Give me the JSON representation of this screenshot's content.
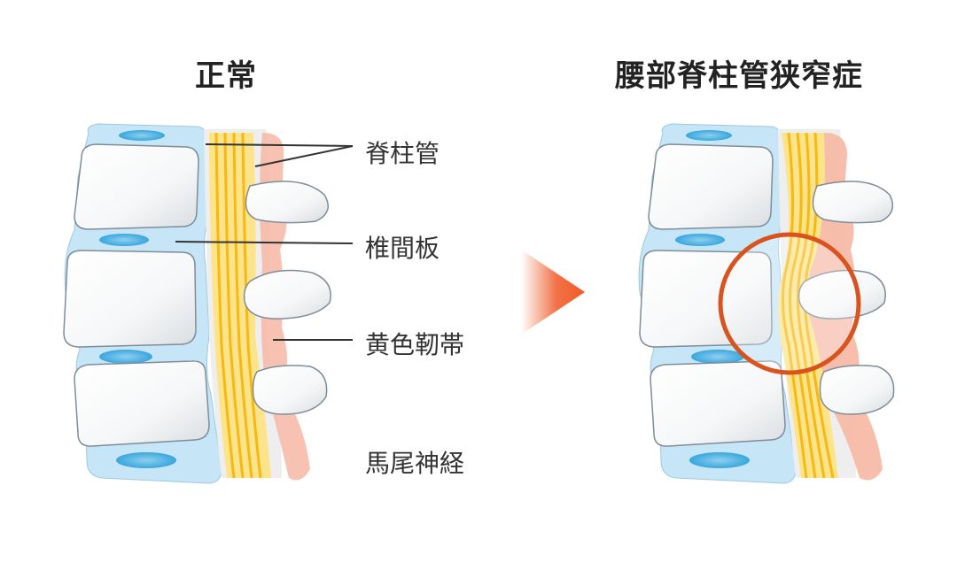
{
  "titles": {
    "normal": "正常",
    "stenosis": "腰部脊柱管狭窄症"
  },
  "labels": {
    "spinal_canal": "脊柱管",
    "intervertebral_disc": "椎間板",
    "ligamentum_flavum": "黄色靭帯",
    "cauda_equina": "馬尾神経"
  },
  "colors": {
    "disc_blue": "#c6e6f7",
    "disc_nucleus": "#4fb3e4",
    "nerve_yellow": "#f7c21a",
    "nerve_light": "#fde48a",
    "ligament_pink": "#f6b7a3",
    "arrow_orange": "#f05a28",
    "highlight_ring": "#d9531e",
    "bone_outline": "#7f8c99"
  },
  "icons": {
    "arrow": "right-triangle-arrow"
  }
}
